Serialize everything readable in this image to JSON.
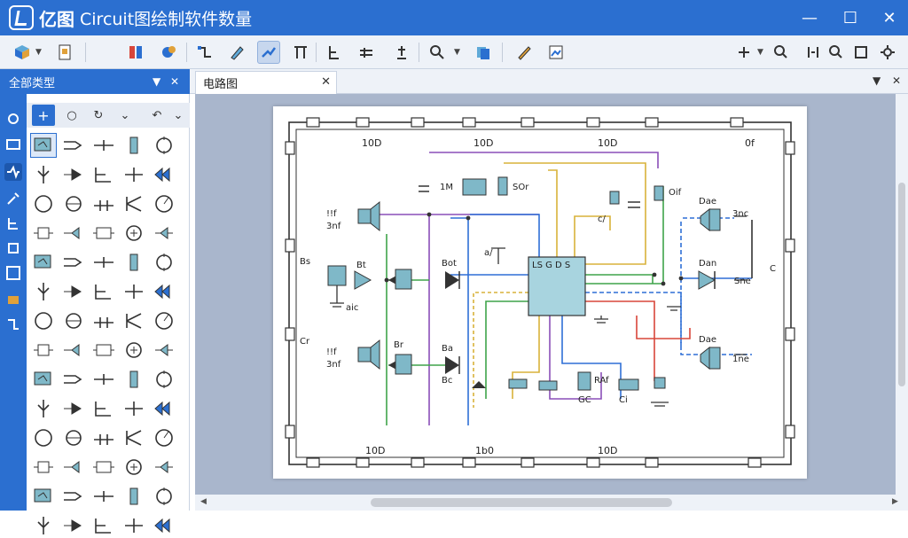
{
  "titlebar": {
    "brand": "亿图",
    "title": "Circuit图绘制软件数量"
  },
  "window_controls": {
    "minimize": "—",
    "maximize": "☐",
    "close": "✕"
  },
  "left_panel": {
    "title": "全部类型",
    "collapse": "▼",
    "close": "✕"
  },
  "document_tab": {
    "label": "电路图",
    "close": "✕",
    "menu": "▼",
    "pane_close": "✕"
  },
  "schematic": {
    "top_values": [
      "10D",
      "10D",
      "10D",
      "0f"
    ],
    "bottom_values": [
      "10D",
      "1b0",
      "10D"
    ],
    "labels": {
      "c_top_left": "1M",
      "c_top_mid": "SOr",
      "c_mid": "c/",
      "c_right": "Oif",
      "ic_top": "LS G D S",
      "spk_left_top": "3nf",
      "spk_left_top_b": "!!f",
      "spk_left_bot": "3nf",
      "spk_left_bot_b": "!!f",
      "dio_a": "Bt",
      "dio_b": "Bot",
      "dio_c": "Ba",
      "dio_d": "Bc",
      "dio_e": "Br",
      "res_a": "a/",
      "gnd_left": "aic",
      "r_bot": "RAf",
      "c_bot": "GC",
      "c_bot2": "Ci",
      "right_top": "Dae",
      "right_top_b": "3nc",
      "right_mid": "Dan",
      "right_mid_b": "Sne",
      "right_bot": "Dae",
      "right_bot_b": "1ne",
      "edge_left": "Bs",
      "edge_left2": "Cr",
      "edge_right": "C"
    }
  },
  "colors": {
    "accent": "#2b6fd0",
    "canvas_bg": "#a9b6cc",
    "wire_purple": "#8a4fb8",
    "wire_blue": "#2f6fd6",
    "wire_yellow": "#d8b23a",
    "wire_green": "#3fa34a",
    "wire_red": "#d8463a",
    "component_fill": "#7fb8c8"
  }
}
